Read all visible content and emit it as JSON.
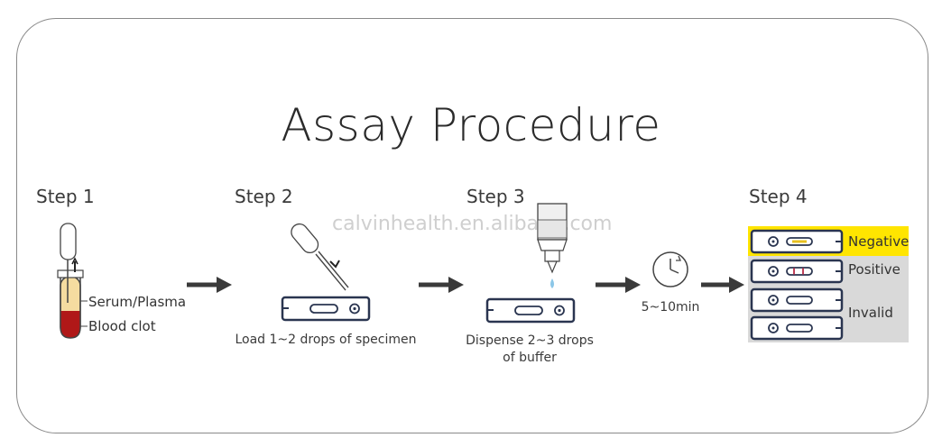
{
  "title": "Assay Procedure",
  "watermark": "calvinhealth.en.alibaba.com",
  "steps": [
    {
      "label": "Step 1"
    },
    {
      "label": "Step 2",
      "caption": "Load 1~2 drops of specimen"
    },
    {
      "label": "Step 3",
      "caption_line1": "Dispense 2~3 drops",
      "caption_line2": "of buffer"
    },
    {
      "label": "Step 4"
    }
  ],
  "tube_labels": {
    "serum": "Serum/Plasma",
    "clot": "Blood clot"
  },
  "timer": {
    "text": "5~10min"
  },
  "results": {
    "negative": "Negative",
    "positive": "Positive",
    "invalid": "Invalid"
  },
  "colors": {
    "highlight": "#ffe500",
    "panel": "#d9d9d9",
    "clot": "#b01818",
    "serum": "#f5dca0",
    "cassette": "#2a3550"
  }
}
